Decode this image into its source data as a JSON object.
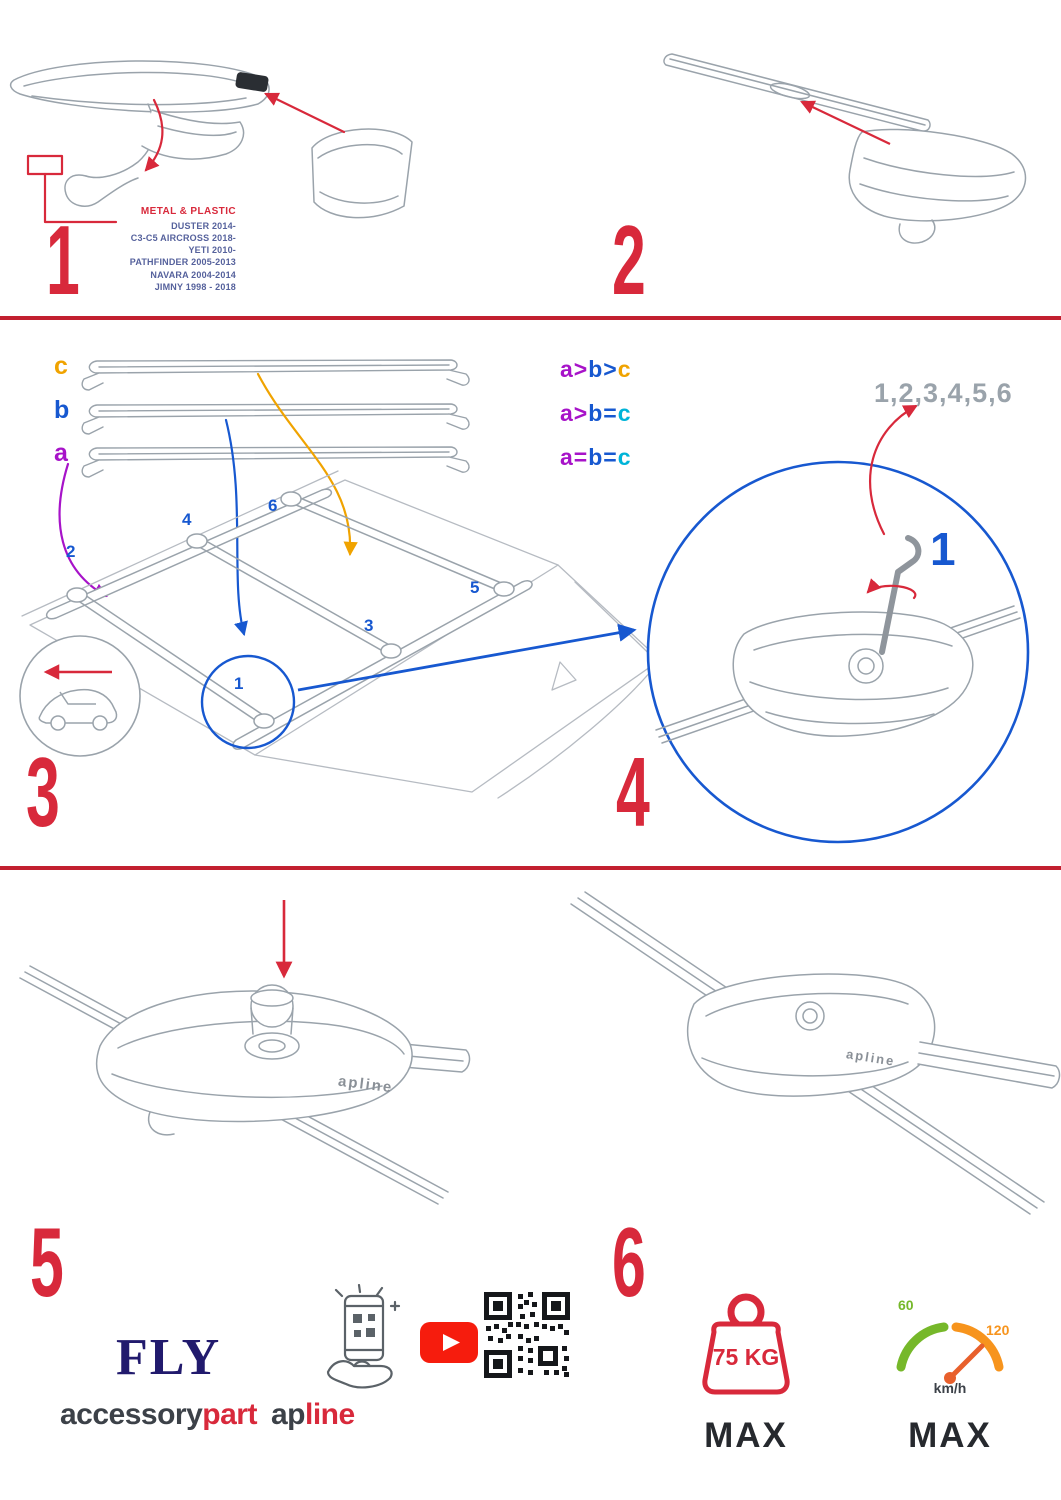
{
  "colors": {
    "accent_red": "#d8293b",
    "divider_red": "#c2202f",
    "line_gray": "#9aa3ab",
    "label_a_purple": "#a713c9",
    "label_b_blue": "#1758d0",
    "label_c_orange": "#f0a300",
    "legend_cyan": "#00b4d8",
    "sequence_gray": "#9aa3ab",
    "navy": "#211a6d",
    "brand_dark": "#3c4148",
    "youtube_red": "#f61c0d",
    "speedo_green": "#76b82a",
    "speedo_orange": "#f7941d"
  },
  "step1": {
    "number": "1",
    "material_label": "METAL & PLASTIC",
    "models": [
      "DUSTER 2014-",
      "C3-C5 AIRCROSS 2018-",
      "YETI 2010-",
      "PATHFINDER 2005-2013",
      "NAVARA 2004-2014",
      "JIMNY 1998 - 2018"
    ]
  },
  "step2": {
    "number": "2"
  },
  "step3": {
    "number": "3",
    "bar_label_c": "c",
    "bar_label_b": "b",
    "bar_label_a": "a",
    "legend": [
      {
        "seg_a": "a>",
        "seg_b": "b>",
        "seg_c": "c"
      },
      {
        "seg_a": "a>",
        "seg_b": "b=",
        "seg_c": "c"
      },
      {
        "seg_a": "a=",
        "seg_b": "b=",
        "seg_c": "c"
      }
    ],
    "positions": [
      "1",
      "2",
      "3",
      "4",
      "5",
      "6"
    ]
  },
  "step4": {
    "number": "4",
    "sequence": "1,2,3,4,5,6",
    "first": "1"
  },
  "step5": {
    "number": "5",
    "logo": "apline"
  },
  "step6": {
    "number": "6",
    "logo": "apline"
  },
  "footer": {
    "fly": "FLY",
    "brand1_dark": "accessory",
    "brand1_red": "part",
    "brand2_dark": "ap",
    "brand2_red": "line",
    "weight_value": "75 KG",
    "weight_max": "MAX",
    "speed_low": "60",
    "speed_high": "120",
    "speed_unit": "km/h",
    "speed_max": "MAX"
  }
}
